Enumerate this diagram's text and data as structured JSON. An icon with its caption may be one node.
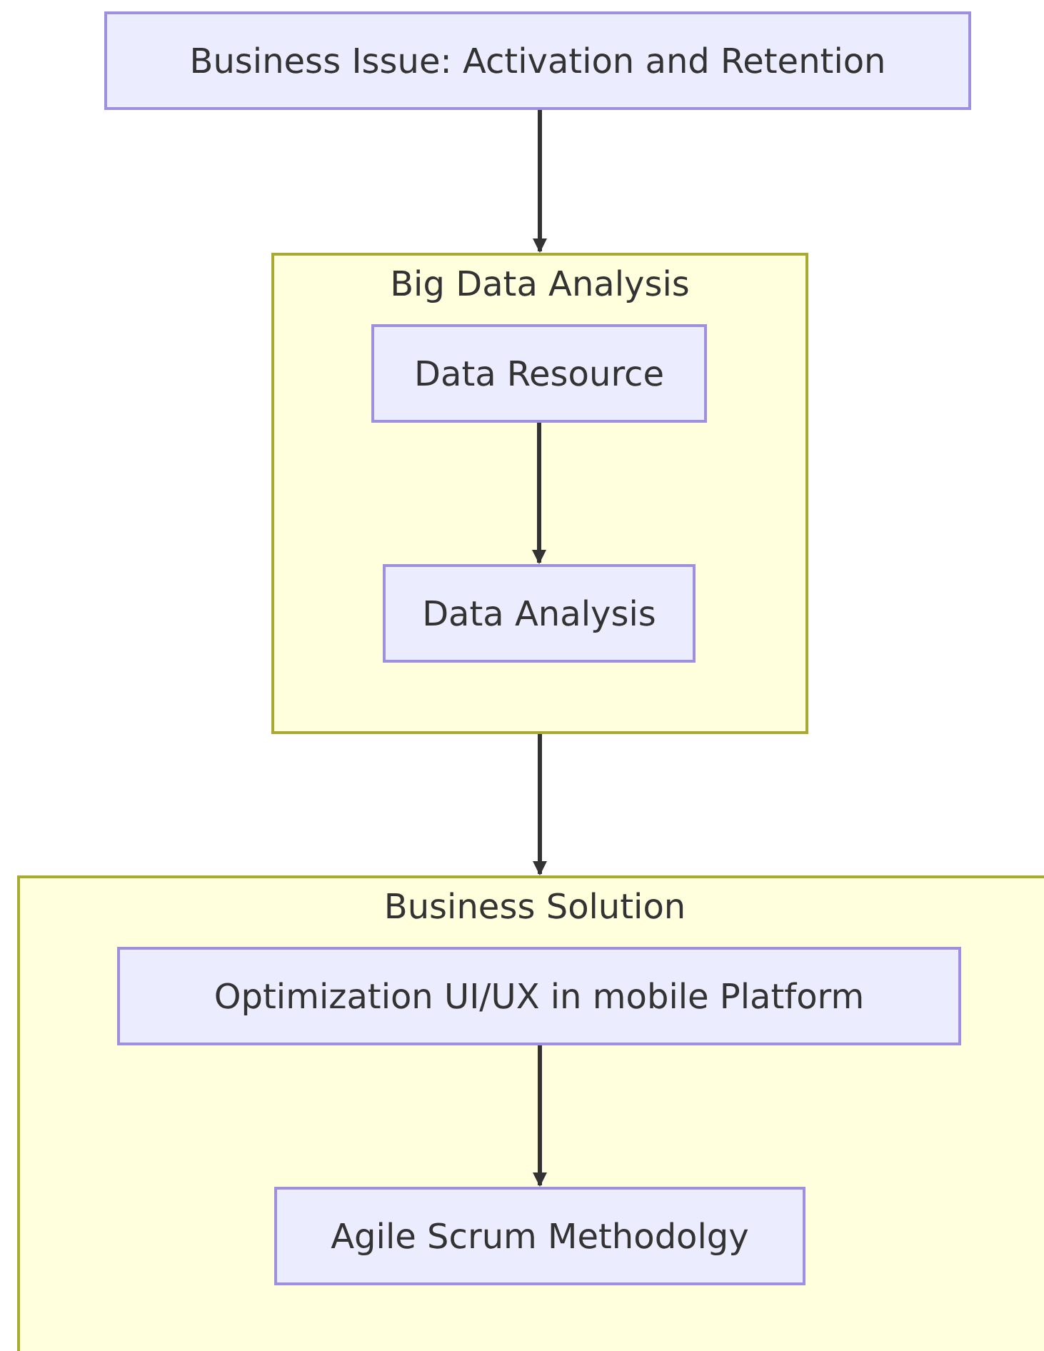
{
  "diagram": {
    "nodes": [
      {
        "text": [
          "Business Issue: Activation and Retention"
        ]
      },
      {
        "text": [
          "Big Data Analysis"
        ]
      },
      {
        "text": [
          "Data Resource"
        ],
        "in": 1
      },
      {
        "text": [
          "Data Analysis"
        ],
        "in": 1
      },
      {
        "text": [
          "Business Solution"
        ]
      },
      {
        "text": [
          "Optimization UI/UX in mobile Platform"
        ],
        "in": 4
      },
      {
        "text": [
          "Agile Scrum Methodolgy"
        ],
        "in": 4
      }
    ],
    "edges": [
      {
        "from": 0,
        "to": 1,
        "arrow": "to"
      },
      {
        "from": 2,
        "to": 3,
        "arrow": "to"
      },
      {
        "from": 1,
        "to": 4,
        "arrow": "to"
      },
      {
        "from": 5,
        "to": 6,
        "arrow": "to"
      }
    ]
  }
}
